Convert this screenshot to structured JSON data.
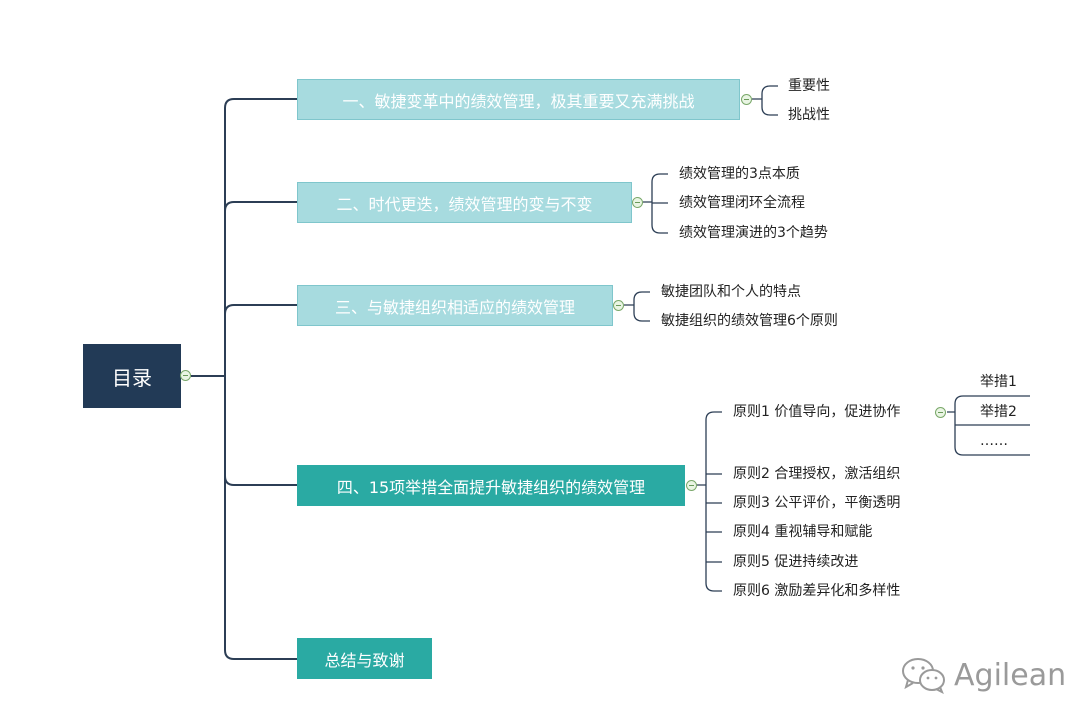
{
  "root": {
    "label": "目录"
  },
  "topics": [
    {
      "label": "一、敏捷变革中的绩效管理，极其重要又充满挑战",
      "children": [
        "重要性",
        "挑战性"
      ]
    },
    {
      "label": "二、时代更迭，绩效管理的变与不变",
      "children": [
        "绩效管理的3点本质",
        "绩效管理闭环全流程",
        "绩效管理演进的3个趋势"
      ]
    },
    {
      "label": "三、与敏捷组织相适应的绩效管理",
      "children": [
        "敏捷团队和个人的特点",
        "敏捷组织的绩效管理6个原则"
      ]
    },
    {
      "label": "四、15项举措全面提升敏捷组织的绩效管理",
      "children": [
        {
          "label": "原则1  价值导向，促进协作",
          "children": [
            "举措1",
            "举措2",
            "……"
          ]
        },
        {
          "label": "原则2  合理授权，激活组织"
        },
        {
          "label": "原则3  公平评价，平衡透明"
        },
        {
          "label": "原则4  重视辅导和赋能"
        },
        {
          "label": "原则5  促进持续改进"
        },
        {
          "label": "原则6  激励差异化和多样性"
        }
      ]
    },
    {
      "label": "总结与致谢",
      "children": []
    }
  ],
  "watermark": {
    "text": "Agilean",
    "icon": "wechat-icon"
  },
  "colors": {
    "root": "#223a56",
    "topic_light": "#a7dbdf",
    "topic_dark": "#2aaaa3",
    "connector": "#2c3e55",
    "collapse_marker": "#7aa86a"
  }
}
